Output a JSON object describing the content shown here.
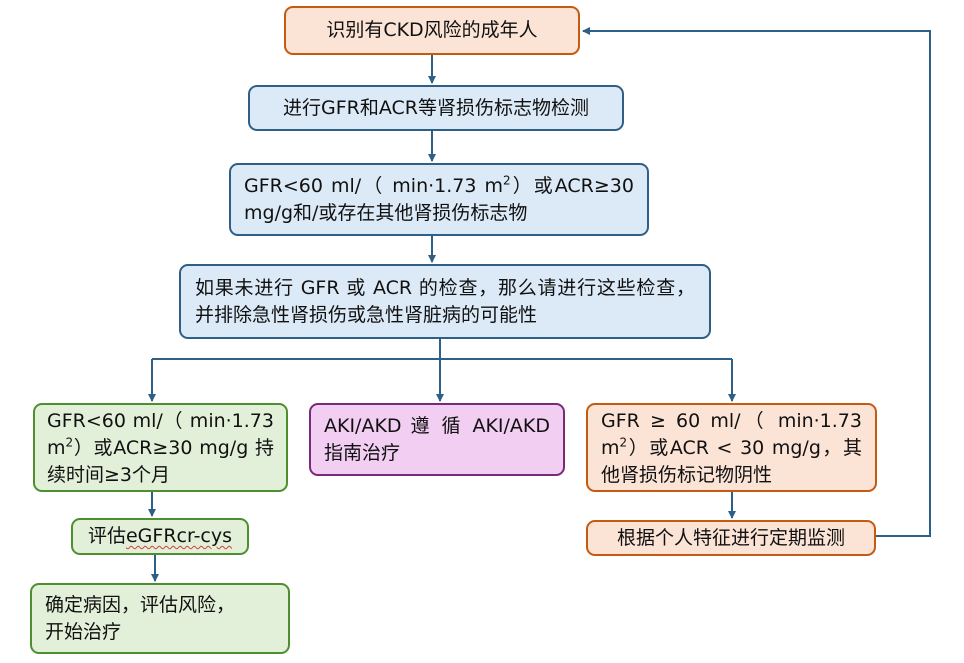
{
  "colors": {
    "connector": "#2e5f86",
    "blue_fill": "#dceaf7",
    "blue_border": "#2e5f86",
    "orange_fill": "#fbe3d6",
    "orange_border": "#c55a11",
    "green_fill": "#e2f0d9",
    "green_border": "#4d8f2f",
    "pink_fill": "#f2cff2",
    "pink_border": "#7a2a7a"
  },
  "nodes": {
    "identify": "识别有CKD风险的成年人",
    "screening": "进行GFR和ACR等肾损伤标志物检测",
    "criteria": {
      "part1": "GFR<60 ml/（ min·1.73 m",
      "sup": "2",
      "part2": "）或ACR≥30 mg/g和/或存在其他肾损伤标志物"
    },
    "exclude": "如果未进行 GFR 或 ACR 的检查，那么请进行这些检查，并排除急性肾损伤或急性肾脏病的可能性",
    "persistent": {
      "part1": "GFR<60 ml/（ min·1.73 m",
      "sup": "2",
      "part2": "）或ACR≥30 mg/g 持续时间≥3个月"
    },
    "aki": "AKI/AKD 遵 循 AKI/AKD 指南治疗",
    "negative": {
      "part1": "GFR ≥ 60 ml/（ min·1.73 m",
      "sup": "2",
      "part2": "）或ACR < 30 mg/g，其他肾损伤标记物阴性"
    },
    "assess_egfr": {
      "prefix": "评估",
      "term": "eGFRcr-cys"
    },
    "monitor": "根据个人特征进行定期监测",
    "diagnose": {
      "line1": "确定病因，评估风险，",
      "line2": "开始治疗"
    }
  }
}
